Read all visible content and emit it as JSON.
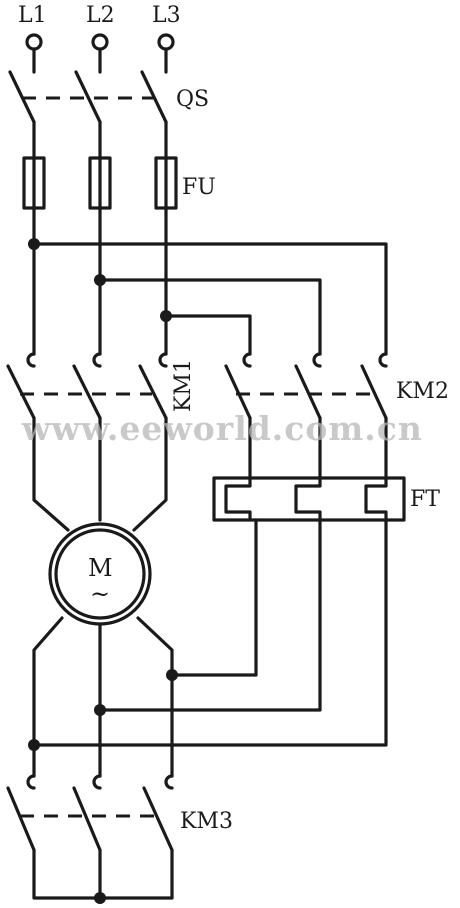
{
  "labels": {
    "l1": "L1",
    "l2": "L2",
    "l3": "L3",
    "qs": "QS",
    "fu": "FU",
    "km1": "KM1",
    "km2": "KM2",
    "ft": "FT",
    "km3": "KM3",
    "motor": "M",
    "motor_ac": "~"
  },
  "watermark": "www.eeworld.com.cn"
}
